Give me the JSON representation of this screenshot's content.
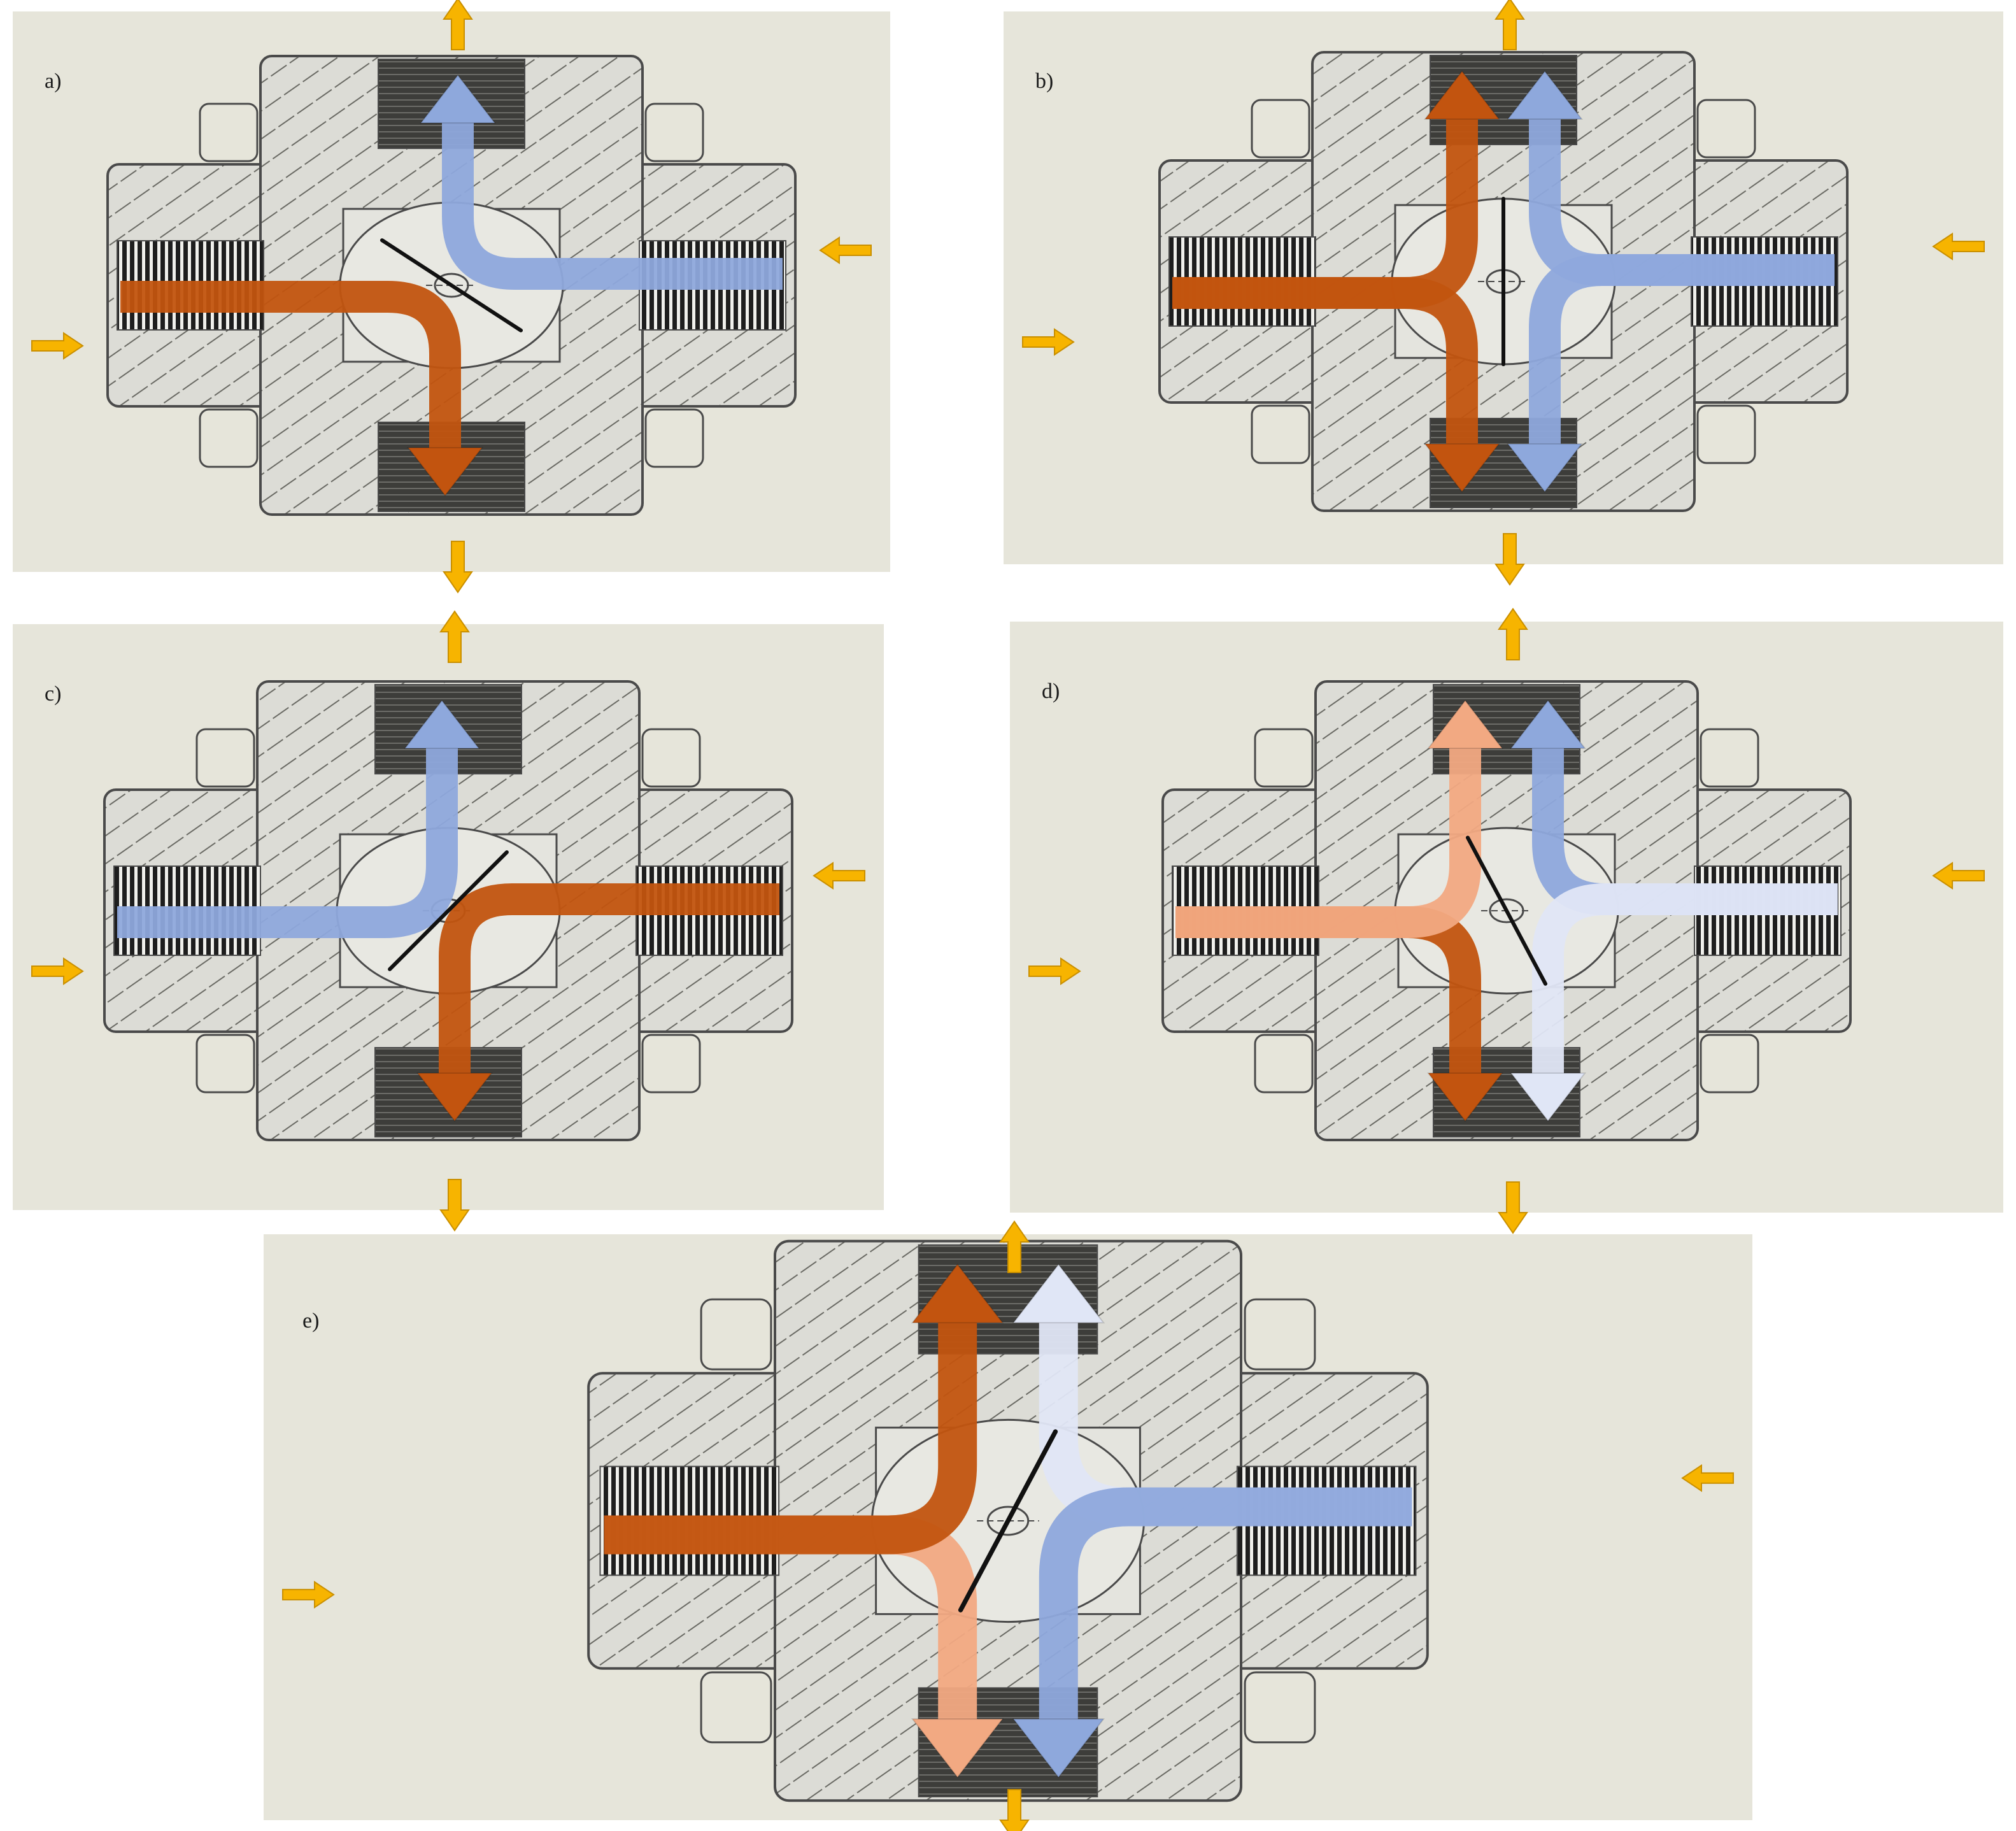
{
  "colors": {
    "background": "#ffffff",
    "panel_bg": "#e6e5da",
    "valve_body": "#dcdcd6",
    "hatch": "#55554f",
    "outline": "#4a4a4a",
    "thread": "#1e1e1e",
    "io_arrow": "#f7b400",
    "hot_flow": "#c2540f",
    "cold_flow": "#8ea8dc",
    "warm_flow": "#f2a982",
    "cool_flow": "#e0e6f6",
    "flap": "#111111"
  },
  "icons": {
    "inlet": "arrow-right-icon",
    "inlet_right": "arrow-left-icon",
    "outlet_top": "arrow-up-icon",
    "outlet_bottom": "arrow-down-icon"
  },
  "panels": [
    {
      "id": "a",
      "label": "a)",
      "flap_angle_deg": 33,
      "flows": [
        {
          "name": "hot-flow",
          "color_key": "hot_flow",
          "from": "left",
          "to": "bottom"
        },
        {
          "name": "cold-flow",
          "color_key": "cold_flow",
          "from": "right",
          "to": "top"
        }
      ]
    },
    {
      "id": "b",
      "label": "b)",
      "flap_angle_deg": 90,
      "flows": [
        {
          "name": "hot-flow-up",
          "color_key": "hot_flow",
          "from": "left",
          "to": "top"
        },
        {
          "name": "hot-flow-down",
          "color_key": "hot_flow",
          "from": "left",
          "to": "bottom"
        },
        {
          "name": "cold-flow-up",
          "color_key": "cold_flow",
          "from": "right",
          "to": "top"
        },
        {
          "name": "cold-flow-down",
          "color_key": "cold_flow",
          "from": "right",
          "to": "bottom"
        }
      ]
    },
    {
      "id": "c",
      "label": "c)",
      "flap_angle_deg": -45,
      "flows": [
        {
          "name": "cold-flow",
          "color_key": "cold_flow",
          "from": "left",
          "to": "top"
        },
        {
          "name": "hot-flow",
          "color_key": "hot_flow",
          "from": "right",
          "to": "bottom"
        }
      ]
    },
    {
      "id": "d",
      "label": "d)",
      "flap_angle_deg": 62,
      "flows": [
        {
          "name": "hot-flow-down",
          "color_key": "hot_flow",
          "from": "left",
          "to": "bottom"
        },
        {
          "name": "warm-flow-up",
          "color_key": "warm_flow",
          "from": "left",
          "to": "top"
        },
        {
          "name": "cold-flow-up",
          "color_key": "cold_flow",
          "from": "right",
          "to": "top"
        },
        {
          "name": "cool-flow-down",
          "color_key": "cool_flow",
          "from": "right",
          "to": "bottom"
        }
      ]
    },
    {
      "id": "e",
      "label": "e)",
      "flap_angle_deg": -62,
      "flows": [
        {
          "name": "warm-flow-down",
          "color_key": "warm_flow",
          "from": "left",
          "to": "bottom"
        },
        {
          "name": "cool-flow-up",
          "color_key": "cool_flow",
          "from": "right",
          "to": "top"
        },
        {
          "name": "hot-flow-up",
          "color_key": "hot_flow",
          "from": "left",
          "to": "top"
        },
        {
          "name": "cold-flow-down",
          "color_key": "cold_flow",
          "from": "right",
          "to": "bottom"
        }
      ]
    }
  ]
}
